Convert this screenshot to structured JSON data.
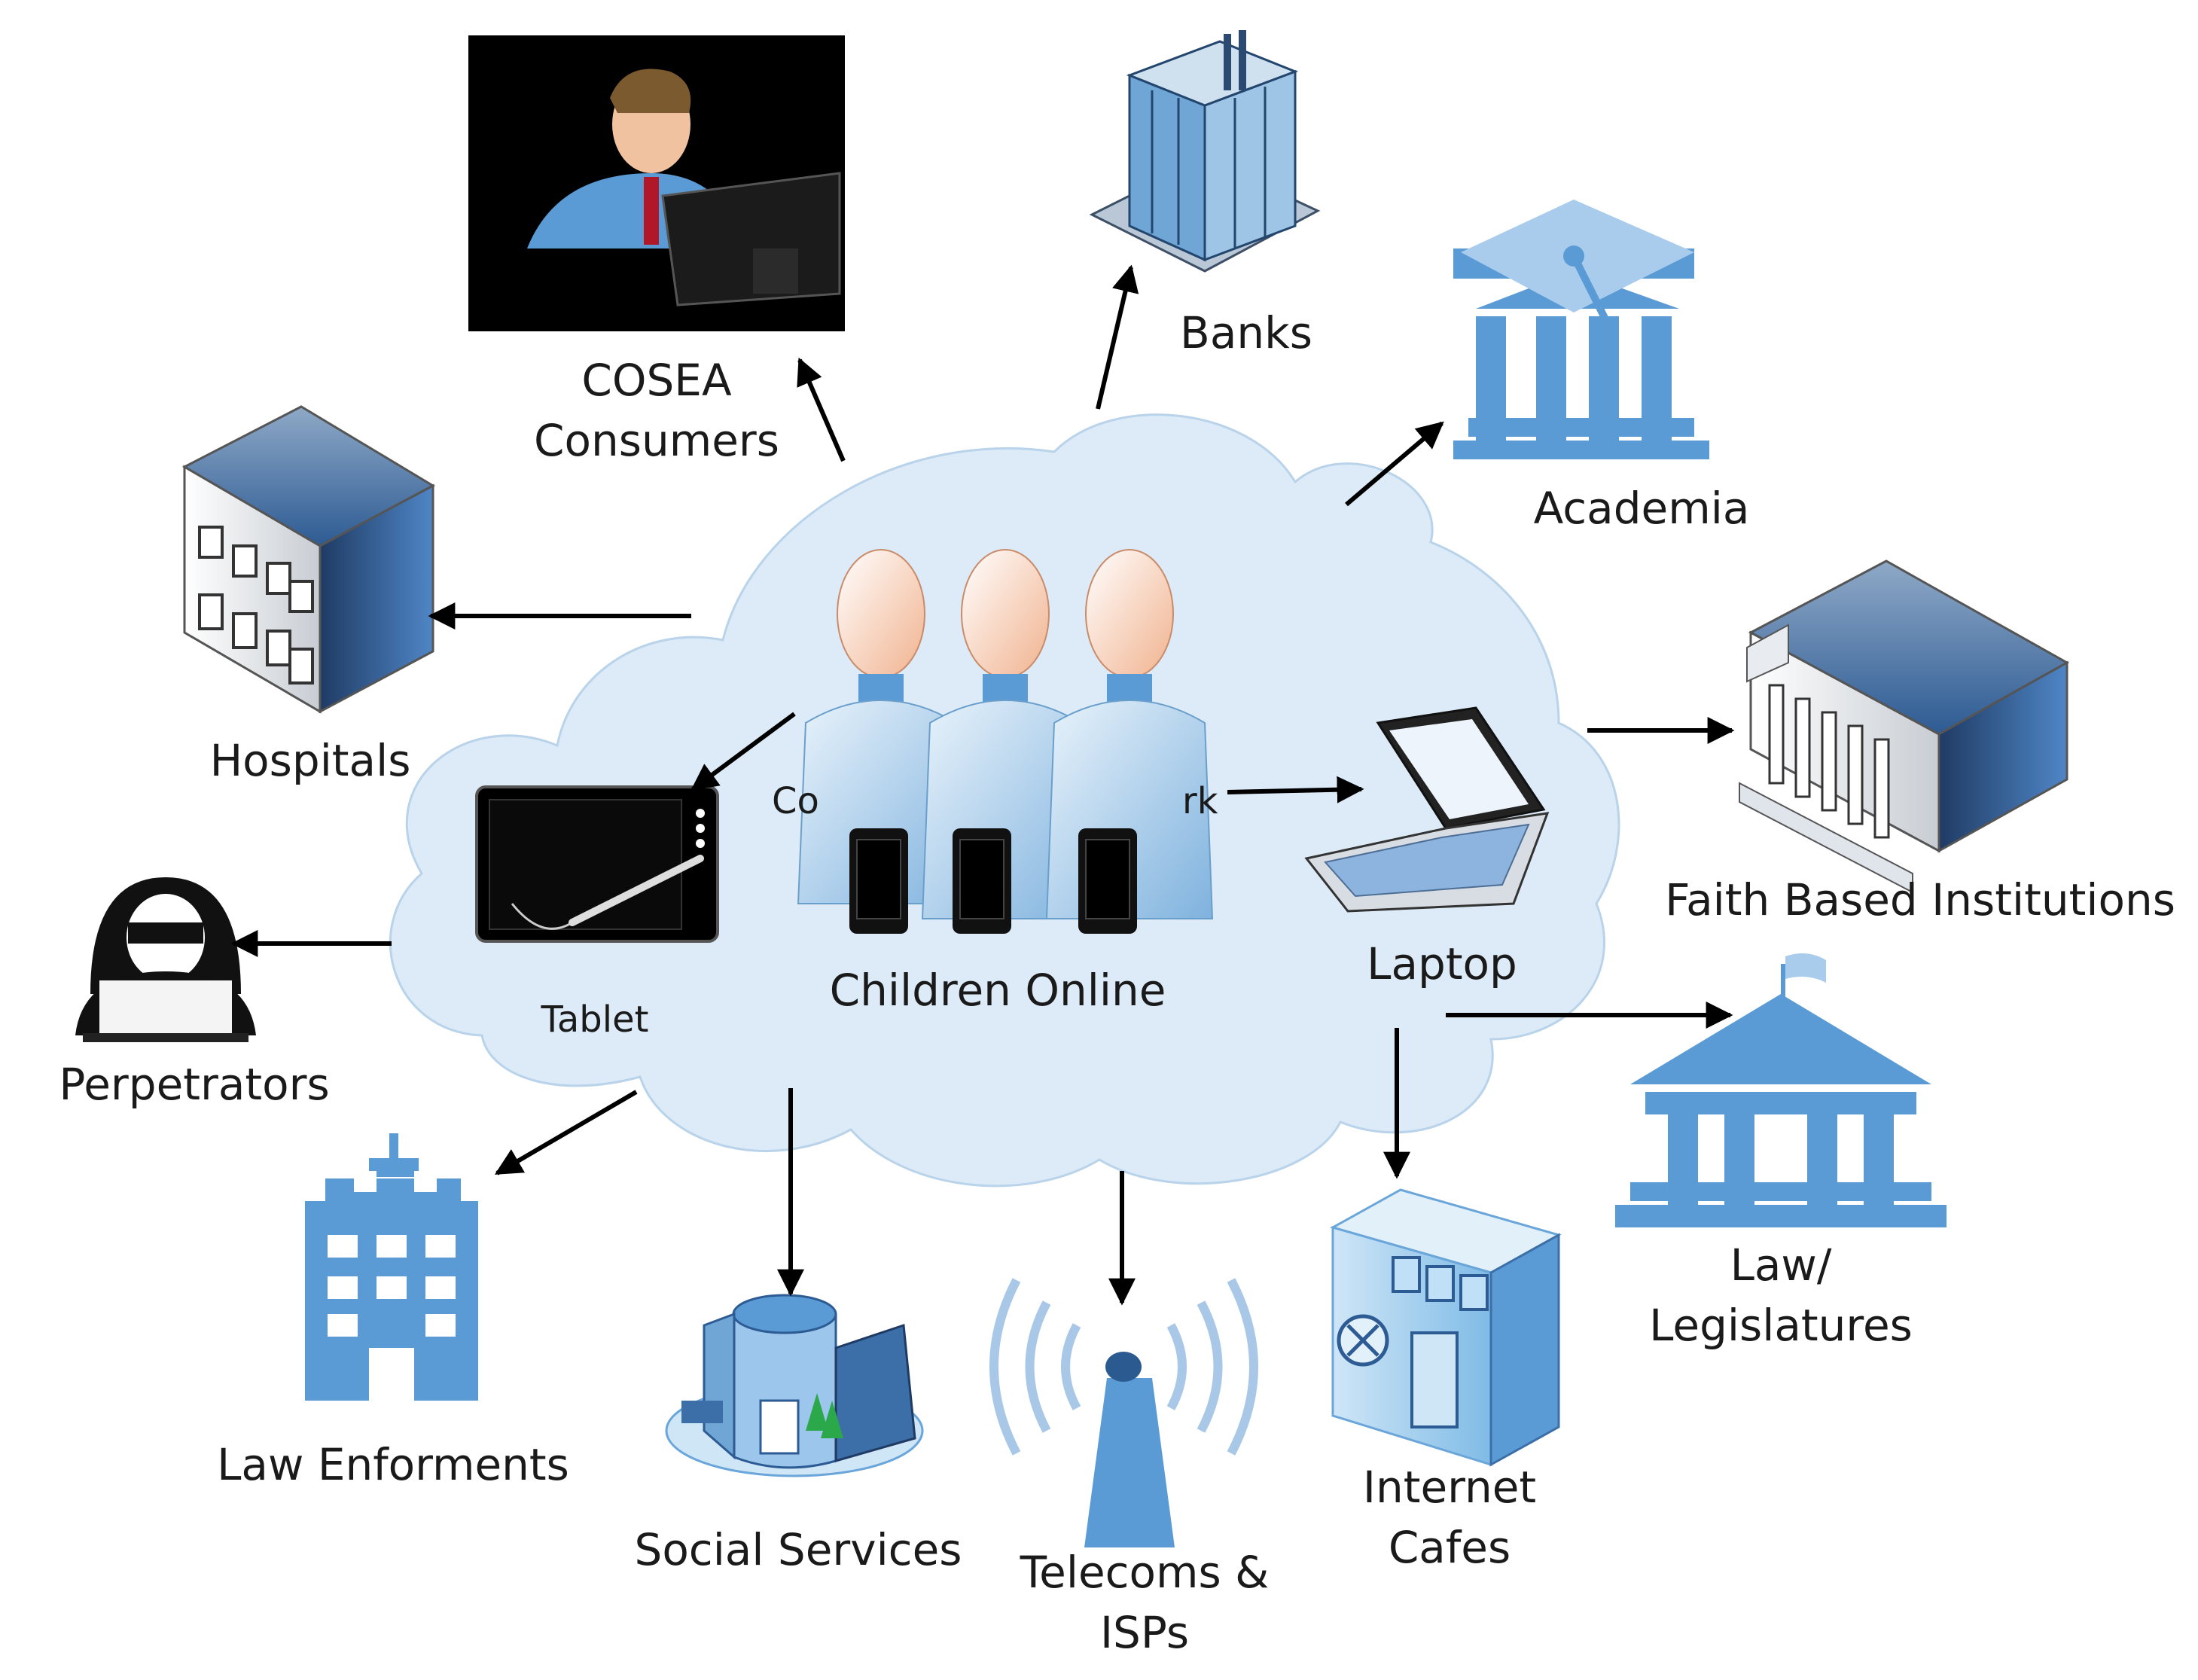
{
  "center": {
    "label": "Children Online",
    "partial_left": "Co",
    "partial_right": "rk"
  },
  "devices": {
    "tablet": "Tablet",
    "laptop": "Laptop"
  },
  "stakeholders": {
    "cosea_line1": "COSEA",
    "cosea_line2": "Consumers",
    "banks": "Banks",
    "academia": "Academia",
    "hospitals": "Hospitals",
    "faith": "Faith Based Institutions",
    "perpetrators": "Perpetrators",
    "law_line1": "Law/",
    "law_line2": "Legislatures",
    "law_enforcement": "Law Enforments",
    "social_services": "Social Services",
    "telecoms_line1": "Telecoms &",
    "telecoms_line2": "ISPs",
    "cafes_line1": "Internet",
    "cafes_line2": "Cafes"
  },
  "colors": {
    "cloud": "#dcebf7",
    "cloud_stroke": "#b9d3ea",
    "icon_blue": "#5b9bd5",
    "icon_dark": "#1f3b64",
    "arrow": "#000000"
  }
}
